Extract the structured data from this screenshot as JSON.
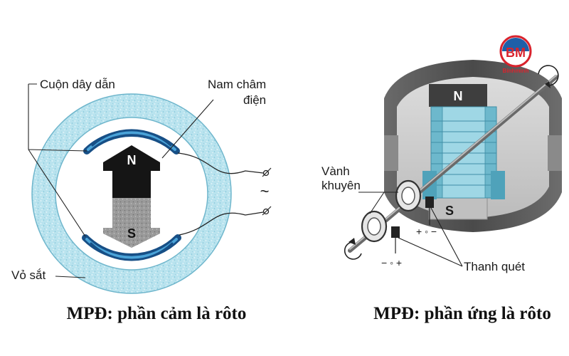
{
  "left_diagram": {
    "labels": {
      "coil": "Cuộn dây dẫn",
      "electromagnet": [
        "Nam châm",
        "điện"
      ],
      "iron_shell": "Vỏ sắt",
      "north": "N",
      "south": "S",
      "ac_symbol": "~"
    },
    "caption": "MPĐ: phần cảm là rôto"
  },
  "right_diagram": {
    "labels": {
      "slip_rings": [
        "Vành",
        "khuyên"
      ],
      "brushes": "Thanh quét",
      "north": "N",
      "south": "S",
      "plus_minus_right": "+ ◦ −",
      "minus_plus_left": "− ◦ +"
    },
    "caption": "MPĐ: phần ứng là rôto"
  },
  "logo": {
    "initials": "BM",
    "name": "Binhminh"
  },
  "colors": {
    "ring_blue": "#a9dbe9",
    "coil_blue": "#1f6fb5",
    "magnet_black": "#151515",
    "magnet_gray": "#8f8f8f",
    "housing_dark": "#5b5b5b",
    "housing_light": "#c9c9c9",
    "core_teal": "#76c4d6",
    "logo_red": "#d9232d"
  }
}
